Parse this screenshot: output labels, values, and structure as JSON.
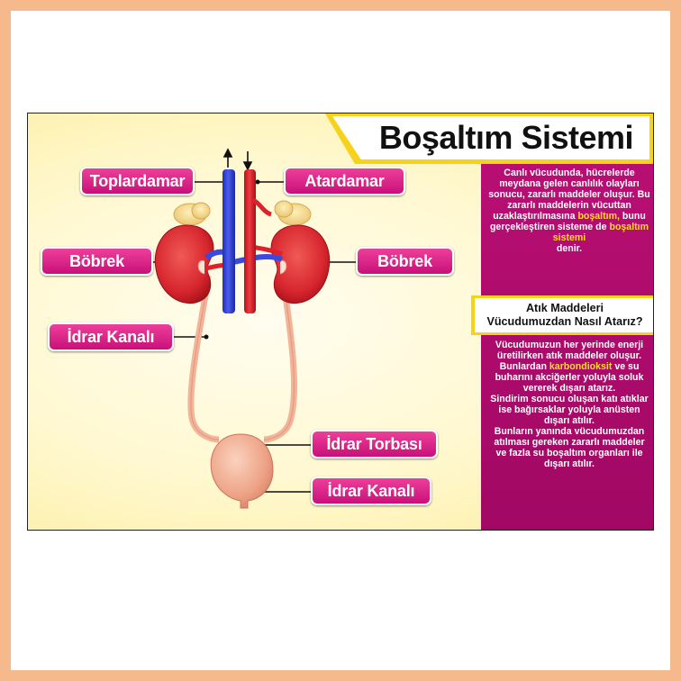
{
  "title": "Boşaltım Sistemi",
  "labels": {
    "toplardamar": "Toplardamar",
    "atardamar": "Atardamar",
    "bobrek_left": "Böbrek",
    "bobrek_right": "Böbrek",
    "idrar_kanali_upper": "İdrar Kanalı",
    "idrar_torbasi": "İdrar Torbası",
    "idrar_kanali_lower": "İdrar Kanalı"
  },
  "intro": {
    "before": "Canlı vücudunda, hücrelerde meydana gelen canlılık olayları sonucu, zararlı maddeler oluşur. Bu zararlı maddelerin vücuttan uzaklaştırılmasına",
    "highlight1": "boşaltım,",
    "middle": "bunu gerçekleştiren sisteme de",
    "highlight2": "boşaltım sistemi",
    "after": "denir."
  },
  "question": {
    "line1": "Atık Maddeleri",
    "line2": "Vücudumuzdan Nasıl Atarız?"
  },
  "answer": {
    "before": "Vücudumuzun her yerinde enerji üretilirken atık maddeler oluşur. Bunlardan",
    "highlight": "karbondioksit",
    "after": "ve su buharını akciğerler yoluyla soluk vererek dışarı atarız.",
    "para2": "Sindirim sonucu oluşan katı atıklar ise bağırsaklar yoluyla anüsten dışarı atılır.",
    "para3": "Bunların yanında vücudumuzdan atılması gereken zararlı maddeler ve fazla su boşaltım organları ile dışarı atılır."
  },
  "colors": {
    "frame": "#f6b98c",
    "label_pink": "#d81b85",
    "panel_magenta": "#b80e73",
    "banner_yellow": "#f7d21a",
    "highlight_yellow": "#ffdd1f",
    "vein_blue": "#2f3fd8",
    "artery_red": "#e0202a",
    "kidney_red": "#d7262e",
    "bladder": "#f0a58a"
  }
}
